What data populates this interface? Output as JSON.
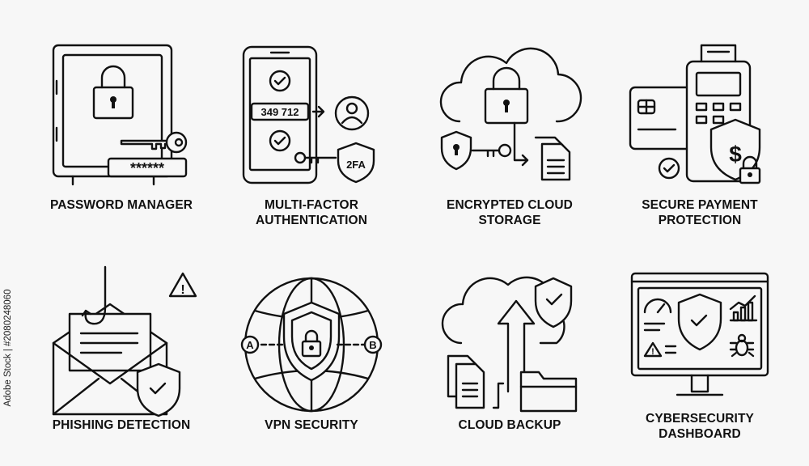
{
  "side_id": "Adobe Stock | #2080248060",
  "items": [
    {
      "label": "PASSWORD MANAGER",
      "icon": "safe-lock-key-icon",
      "mask": "******"
    },
    {
      "label": "MULTI-FACTOR\nAUTHENTICATION",
      "icon": "phone-2fa-icon",
      "code": "349 712",
      "badge": "2FA"
    },
    {
      "label": "ENCRYPTED CLOUD\nSTORAGE",
      "icon": "cloud-lock-icon"
    },
    {
      "label": "SECURE PAYMENT\nPROTECTION",
      "icon": "pos-terminal-shield-icon",
      "currency": "$"
    },
    {
      "label": "PHISHING DETECTION",
      "icon": "envelope-hook-icon",
      "alert": "!"
    },
    {
      "label": "VPN SECURITY",
      "icon": "globe-vpn-icon",
      "node_a": "A",
      "node_b": "B"
    },
    {
      "label": "CLOUD BACKUP",
      "icon": "cloud-upload-icon"
    },
    {
      "label": "CYBERSECURITY\nDASHBOARD",
      "icon": "monitor-dashboard-icon",
      "alert": "!"
    }
  ]
}
